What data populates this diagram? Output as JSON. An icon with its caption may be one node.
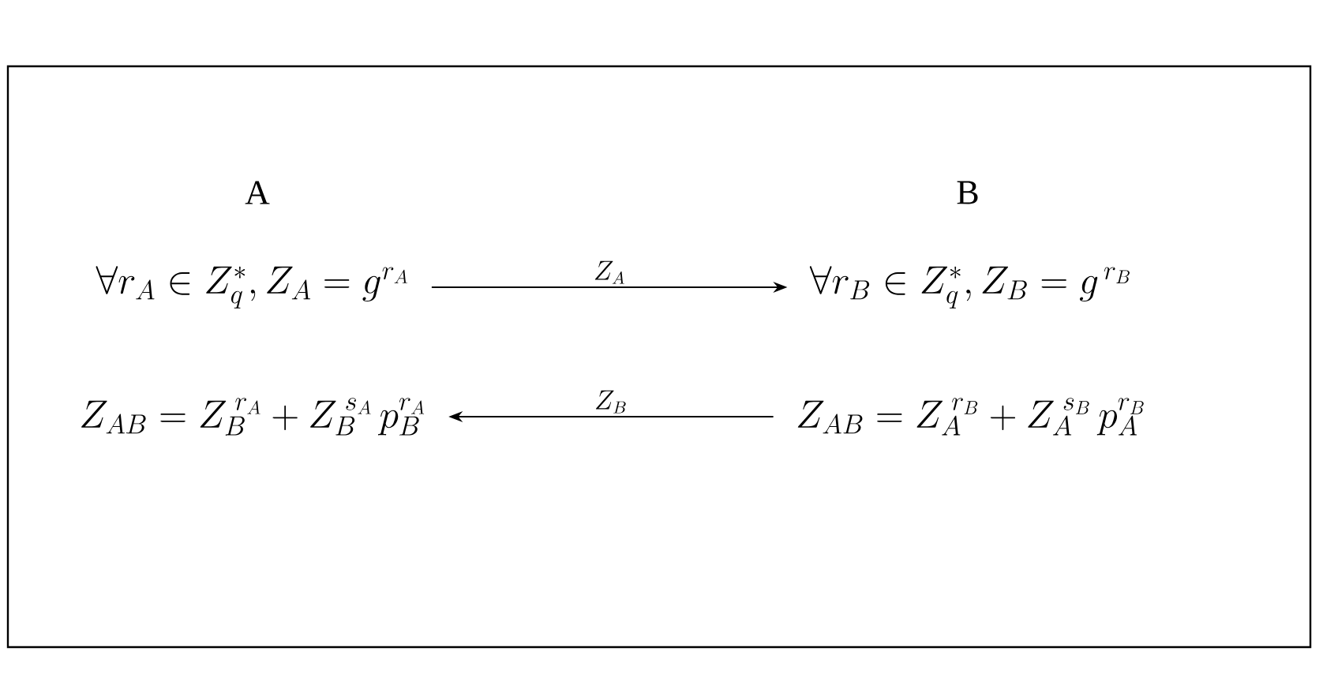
{
  "diagram": {
    "nodes": [
      {
        "text": [
          "\\forall r_A \\in Z_q^{*}, Z_A = g^{r_A}"
        ]
      },
      {
        "text": [
          "Z_{AB} = Z_B^{\\;r_A} + Z_B^{\\;s_A}\\, p_B^{r_A}"
        ]
      },
      {
        "text": [
          "\\forall r_B \\in Z_q^{*}, Z_B = g^{\\,r_B}"
        ]
      },
      {
        "text": [
          "Z_{AB} = Z_A^{\\;r_B} + Z_A^{\\;s_B}\\, p_A^{r_B}"
        ]
      }
    ],
    "edges": [
      {
        "from": 0,
        "to": 2,
        "arrow": "to",
        "label": "Z_A"
      },
      {
        "from": 3,
        "to": 1,
        "arrow": "to",
        "label": "Z_B"
      }
    ],
    "labels": [
      "A",
      "B"
    ]
  }
}
